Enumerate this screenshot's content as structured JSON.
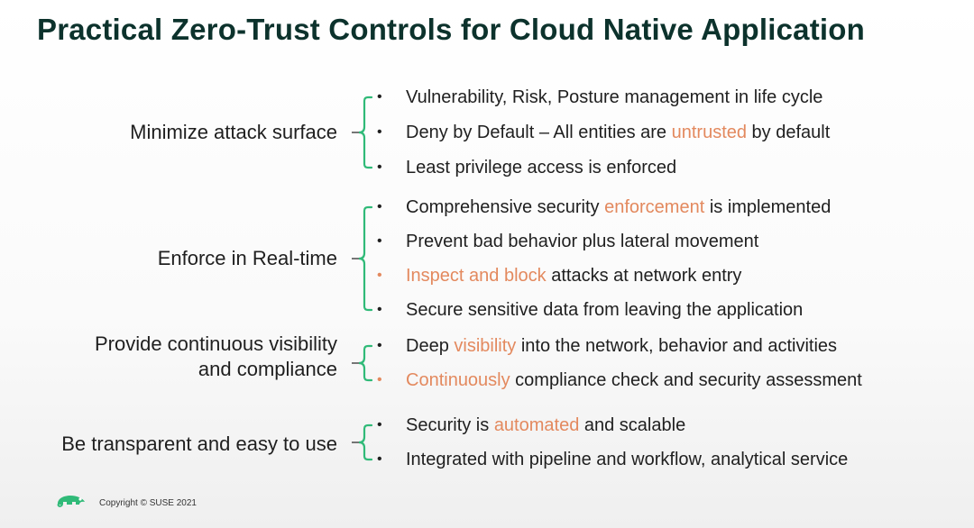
{
  "title": "Practical Zero-Trust Controls for Cloud Native Application",
  "colors": {
    "title": "#0c322c",
    "accent": "#e3895e",
    "brace": "#30ba78",
    "logo": "#30ba78"
  },
  "groups": [
    {
      "label_lines": [
        "Minimize attack surface"
      ],
      "items": [
        {
          "pre": "Vulnerability, Risk, Posture management in life cycle",
          "hl": "",
          "post": ""
        },
        {
          "pre": "Deny by Default – All entities are ",
          "hl": "untrusted",
          "post": " by default"
        },
        {
          "pre": "Least privilege access is enforced",
          "hl": "",
          "post": ""
        }
      ]
    },
    {
      "label_lines": [
        "Enforce in Real-time"
      ],
      "items": [
        {
          "pre": "Comprehensive security ",
          "hl": "enforcement",
          "post": " is implemented"
        },
        {
          "pre": "Prevent bad behavior plus lateral movement",
          "hl": "",
          "post": ""
        },
        {
          "pre": "",
          "hl": "Inspect and block",
          "post": " attacks at network entry"
        },
        {
          "pre": "Secure sensitive data from leaving the application",
          "hl": "",
          "post": ""
        }
      ]
    },
    {
      "label_lines": [
        "Provide continuous visibility",
        "and compliance"
      ],
      "items": [
        {
          "pre": "Deep ",
          "hl": "visibility",
          "post": " into the network, behavior and activities"
        },
        {
          "pre": "",
          "hl": "Continuously",
          "post": " compliance check and security assessment"
        }
      ]
    },
    {
      "label_lines": [
        "Be transparent and easy to use"
      ],
      "items": [
        {
          "pre": "Security is ",
          "hl": "automated",
          "post": " and scalable"
        },
        {
          "pre": "Integrated with pipeline and workflow, analytical service",
          "hl": "",
          "post": ""
        }
      ]
    }
  ],
  "footer": {
    "logo_icon": "suse-chameleon-icon",
    "copyright": "Copyright © SUSE 2021"
  }
}
